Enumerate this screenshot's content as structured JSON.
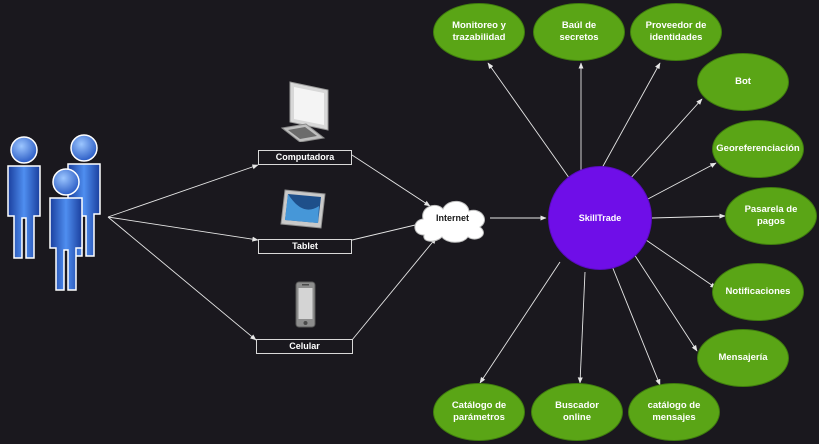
{
  "diagram": {
    "devices": [
      {
        "id": "computer",
        "label": "Computadora",
        "icon": "desktop-computer-icon"
      },
      {
        "id": "tablet",
        "label": "Tablet",
        "icon": "tablet-icon"
      },
      {
        "id": "phone",
        "label": "Celular",
        "icon": "mobile-phone-icon"
      }
    ],
    "users_icon": "users-group-icon",
    "internet": {
      "label": "Internet",
      "icon": "cloud-icon"
    },
    "hub": {
      "label": "SkillTrade",
      "color": "#6f0ee8"
    },
    "services": [
      {
        "id": "monitoring",
        "label": "Monitoreo y trazabilidad"
      },
      {
        "id": "vault",
        "label": "Baúl de secretos"
      },
      {
        "id": "idp",
        "label": "Proveedor de identidades"
      },
      {
        "id": "bot",
        "label": "Bot"
      },
      {
        "id": "geo",
        "label": "Georeferenciación"
      },
      {
        "id": "payments",
        "label": "Pasarela de pagos"
      },
      {
        "id": "notifications",
        "label": "Notificaciones"
      },
      {
        "id": "messaging",
        "label": "Mensajería"
      },
      {
        "id": "message-catalog",
        "label": "catálogo de mensajes"
      },
      {
        "id": "search",
        "label": "Buscador online"
      },
      {
        "id": "param-catalog",
        "label": "Catálogo de parámetros"
      }
    ],
    "service_color": "#5aa516",
    "edge_color": "#e6e6e6"
  }
}
